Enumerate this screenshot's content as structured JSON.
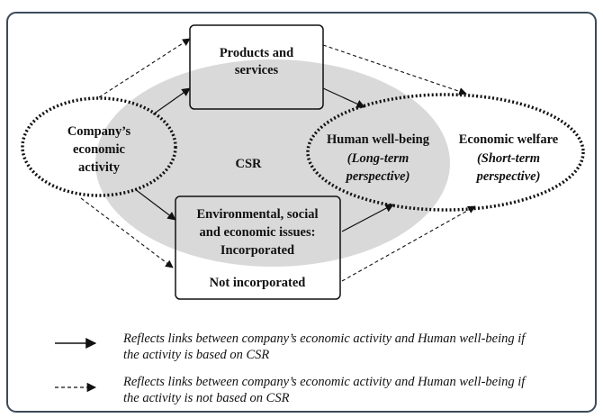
{
  "diagram": {
    "center_label": "CSR",
    "company": [
      "Company’s",
      "economic",
      "activity"
    ],
    "products": [
      "Products and",
      "services"
    ],
    "issues": [
      "Environmental, social",
      "and economic issues:",
      "Incorporated"
    ],
    "not_incorporated": "Not incorporated",
    "human": {
      "title": "Human well-being",
      "sub": [
        "(Long-term",
        "perspective)"
      ]
    },
    "economic": {
      "title": "Economic welfare",
      "sub": [
        "(Short-term",
        "perspective)"
      ]
    }
  },
  "legend": [
    {
      "style": "solid",
      "lines": [
        "Reflects links between company’s economic activity and Human well-being if",
        "the activity is based on CSR"
      ]
    },
    {
      "style": "dashed",
      "lines": [
        "Reflects links between company’s economic activity and Human well-being if",
        "the activity is not based on CSR"
      ]
    }
  ],
  "colors": {
    "csr_fill": "#d9d9d9",
    "frame": "#3b4a5a"
  }
}
